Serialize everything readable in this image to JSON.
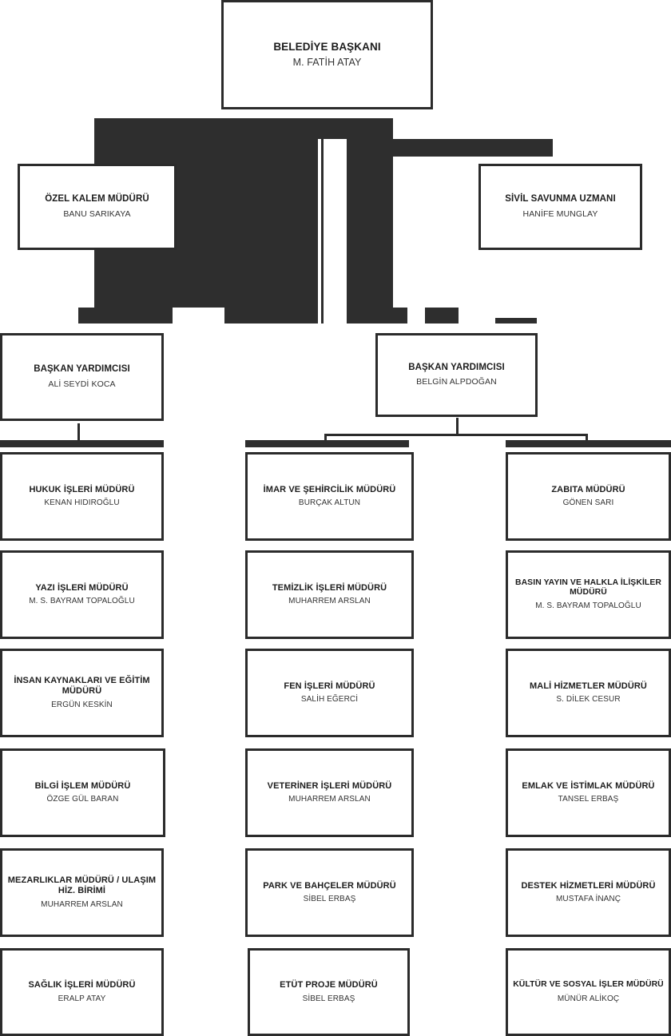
{
  "meta": {
    "document_type": "organizational-chart",
    "language": "tr",
    "box_border_color": "#2b2b2b",
    "connector_color": "#2e2e2e",
    "background_color": "#ffffff",
    "title_text_color": "#1d1d1d",
    "person_text_color": "#333333"
  },
  "root": {
    "title": "BELEDİYE BAŞKANI",
    "person": "M. FATİH ATAY"
  },
  "staff": [
    {
      "title": "ÖZEL KALEM MÜDÜRÜ",
      "person": "BANU SARIKAYA"
    },
    {
      "title": "SİVİL SAVUNMA UZMANI",
      "person": "HANİFE MUNGLAY"
    }
  ],
  "deputies": [
    {
      "title": "BAŞKAN YARDIMCISI",
      "person": "ALİ SEYDİ KOCA"
    },
    {
      "title": "BAŞKAN YARDIMCISI",
      "person": "BELGİN ALPDOĞAN"
    }
  ],
  "columns": [
    {
      "column_name": "left-column",
      "departments": [
        {
          "title": "HUKUK İŞLERİ MÜDÜRÜ",
          "person": "KENAN HIDIROĞLU"
        },
        {
          "title": "YAZI İŞLERİ MÜDÜRÜ",
          "person": "M. S. BAYRAM TOPALOĞLU"
        },
        {
          "title": "İNSAN  KAYNAKLARI VE EĞİTİM MÜDÜRÜ",
          "person": "ERGÜN KESKİN"
        },
        {
          "title": "BİLGİ İŞLEM MÜDÜRÜ",
          "person": "ÖZGE GÜL BARAN"
        },
        {
          "title": "MEZARLIKLAR MÜDÜRÜ / ULAŞIM HİZ. BİRİMİ",
          "person": "MUHARREM ARSLAN"
        },
        {
          "title": "SAĞLIK İŞLERİ MÜDÜRÜ",
          "person": "ERALP ATAY"
        }
      ]
    },
    {
      "column_name": "middle-column",
      "departments": [
        {
          "title": "İMAR VE ŞEHİRCİLİK MÜDÜRÜ",
          "person": "BURÇAK ALTUN"
        },
        {
          "title": "TEMİZLİK İŞLERİ MÜDÜRÜ",
          "person": "MUHARREM ARSLAN"
        },
        {
          "title": "FEN İŞLERİ MÜDÜRÜ",
          "person": "SALİH EĞERCİ"
        },
        {
          "title": "VETERİNER İŞLERİ MÜDÜRÜ",
          "person": "MUHARREM ARSLAN"
        },
        {
          "title": "PARK VE BAHÇELER MÜDÜRÜ",
          "person": "SİBEL ERBAŞ"
        },
        {
          "title": "ETÜT PROJE MÜDÜRÜ",
          "person": "SİBEL ERBAŞ"
        }
      ]
    },
    {
      "column_name": "right-column",
      "departments": [
        {
          "title": "ZABITA MÜDÜRÜ",
          "person": "GÖNEN SARI"
        },
        {
          "title": "BASIN YAYIN VE HALKLA İLİŞKİLER MÜDÜRÜ",
          "person": "M. S. BAYRAM TOPALOĞLU"
        },
        {
          "title": "MALİ HİZMETLER MÜDÜRÜ",
          "person": "S. DİLEK CESUR"
        },
        {
          "title": "EMLAK VE İSTİMLAK MÜDÜRÜ",
          "person": "TANSEL ERBAŞ"
        },
        {
          "title": "DESTEK HİZMETLERİ MÜDÜRÜ",
          "person": "MUSTAFA İNANÇ"
        },
        {
          "title": "KÜLTÜR VE SOSYAL İŞLER MÜDÜRÜ",
          "person": "MÜNÜR ALİKOÇ"
        }
      ]
    }
  ]
}
